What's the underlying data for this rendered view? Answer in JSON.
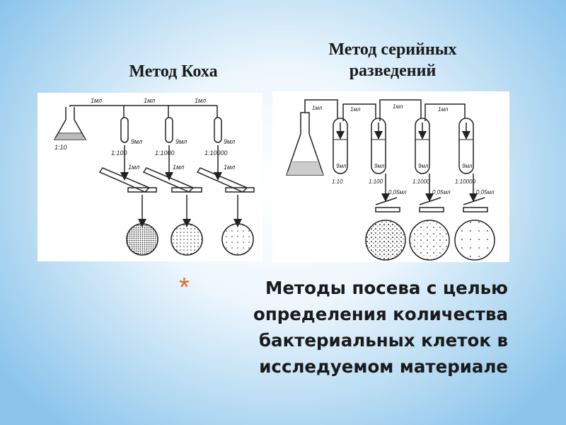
{
  "headings": {
    "koch": "Метод Коха",
    "serial_line1": "Метод серийных",
    "serial_line2": "разведений"
  },
  "koch_diagram": {
    "transfer_label": "1мл",
    "tube_volume": "9мл",
    "dilutions": [
      "1:10",
      "1:100",
      "1:1000",
      "1:10000"
    ],
    "plate_transfer_label": "1мл"
  },
  "serial_diagram": {
    "transfer_label": "1мл",
    "tube_volume": "9мл",
    "dilutions": [
      "1:10",
      "1:100",
      "1:1000",
      "1:10000"
    ],
    "plate_volume": "0,05мл"
  },
  "bullet": {
    "marker": "*",
    "text": "Методы посева с целью определения количества бактериальных клеток в исследуемом материале"
  }
}
